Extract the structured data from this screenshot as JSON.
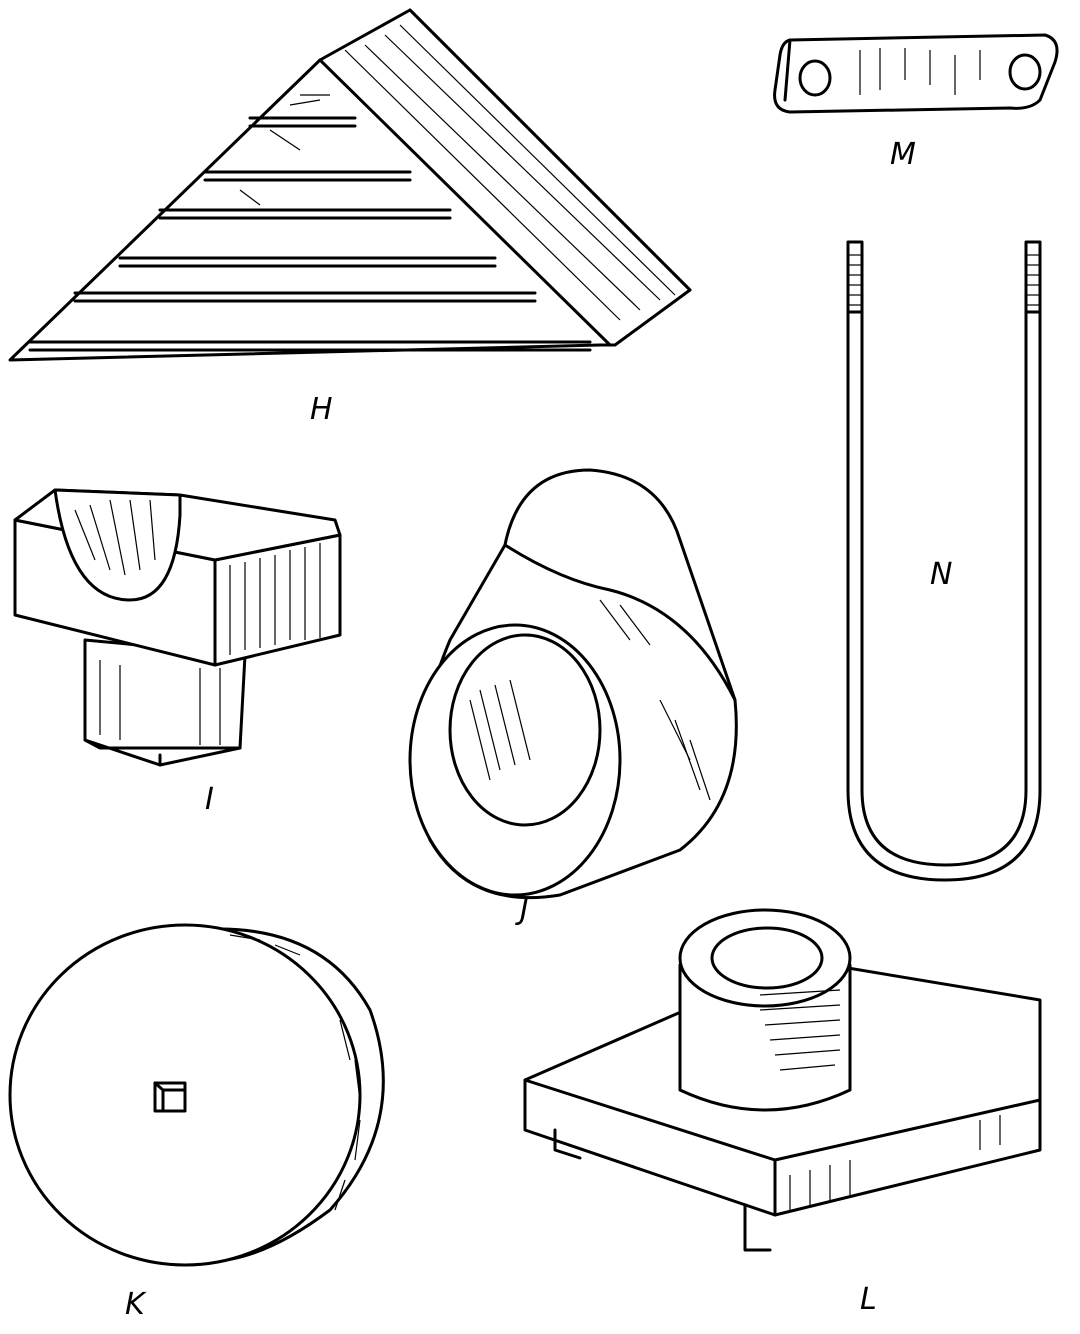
{
  "labels": {
    "h": "H",
    "i": "I",
    "j": "J",
    "k": "K",
    "l": "L",
    "m": "M",
    "n": "N"
  }
}
